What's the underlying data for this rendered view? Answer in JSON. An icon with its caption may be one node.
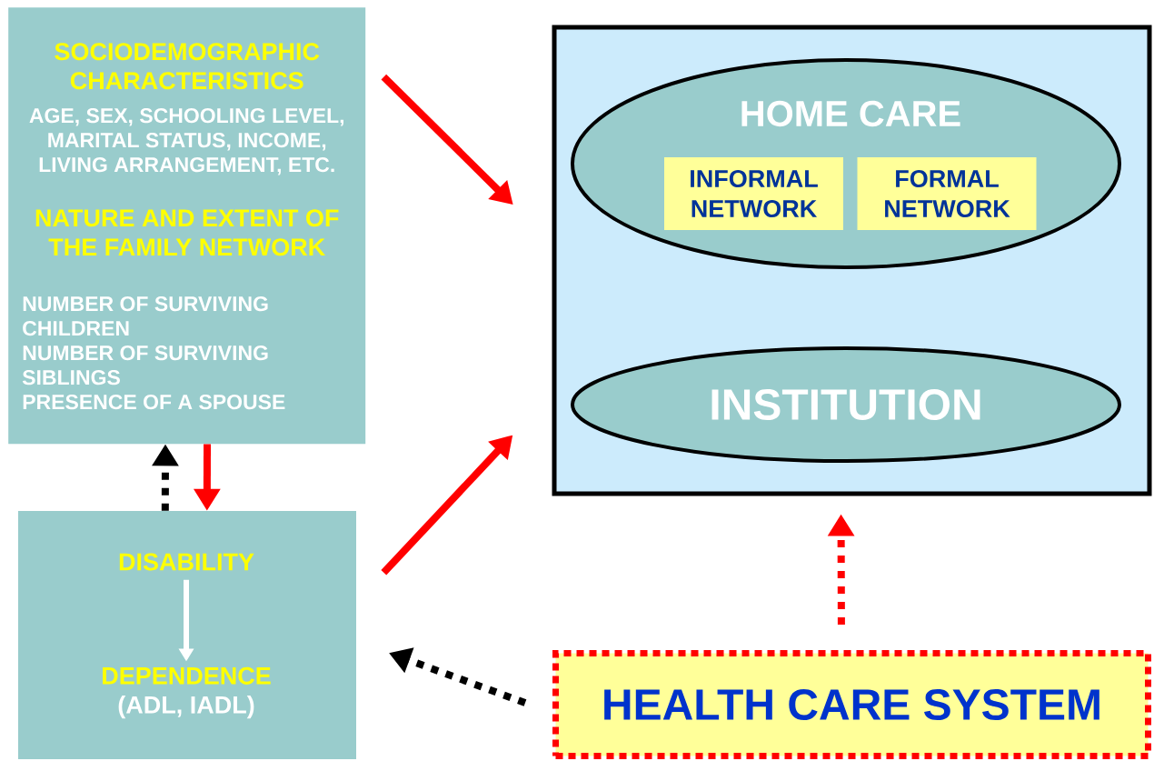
{
  "diagram": {
    "nodes": [
      {
        "text": [
          "SOCIODEMOGRAPHIC CHARACTERISTICS",
          "AGE, SEX, SCHOOLING LEVEL, MARITAL STATUS, INCOME, LIVING ARRANGEMENT, ETC.",
          "NATURE AND EXTENT OF THE FAMILY NETWORK",
          "NUMBER OF SURVIVING CHILDREN",
          "NUMBER OF SURVIVING SIBLINGS",
          "PRESENCE OF A SPOUSE"
        ]
      },
      {
        "text": [],
        "shape": "box"
      },
      {
        "text": [
          "HOME CARE"
        ],
        "in": 1
      },
      {
        "text": [
          "INFORMAL NETWORK"
        ],
        "in": 2
      },
      {
        "text": [
          "FORMAL NETWORK"
        ],
        "in": 2
      },
      {
        "text": [
          "INSTITUTION"
        ],
        "in": 1
      },
      {
        "text": [],
        "shape": "box"
      },
      {
        "text": [
          "DISABILITY"
        ],
        "in": 6
      },
      {
        "text": [
          "DEPENDENCE",
          "(ADL, IADL)"
        ],
        "in": 6
      },
      {
        "text": [
          "HEALTH CARE SYSTEM"
        ]
      }
    ],
    "edges": [
      {
        "from": 0,
        "to": 1,
        "arrow": "to"
      },
      {
        "from": 6,
        "to": 1,
        "arrow": "to"
      },
      {
        "from": 0,
        "to": 6,
        "arrow": "to"
      },
      {
        "from": 6,
        "to": 0,
        "arrow": "to",
        "style": "dashed",
        "color": "#000000"
      },
      {
        "from": 9,
        "to": 1,
        "arrow": "to",
        "style": "dashed"
      },
      {
        "from": 9,
        "to": 6,
        "arrow": "to",
        "style": "dashed",
        "color": "#000000"
      },
      {
        "from": 7,
        "to": 8,
        "arrow": "to",
        "color": "#ffffff"
      }
    ]
  }
}
